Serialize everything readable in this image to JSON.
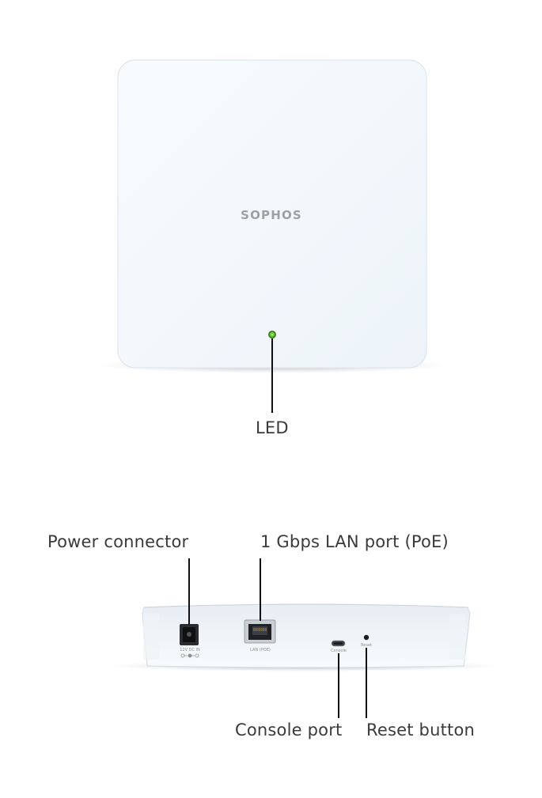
{
  "brand_logo_text": "SOPHOS",
  "callouts": {
    "led": "LED",
    "power_connector": "Power connector",
    "lan_port": "1 Gbps LAN port (PoE)",
    "console_port": "Console port",
    "reset_button": "Reset button"
  },
  "port_labels": {
    "dc_in": "12V DC IN",
    "lan": "LAN (POE)",
    "console": "Console",
    "reset": "Reset"
  },
  "colors": {
    "led": "#6ccf3a",
    "device_body": "#f3f8fc",
    "leader_line": "#111111"
  }
}
